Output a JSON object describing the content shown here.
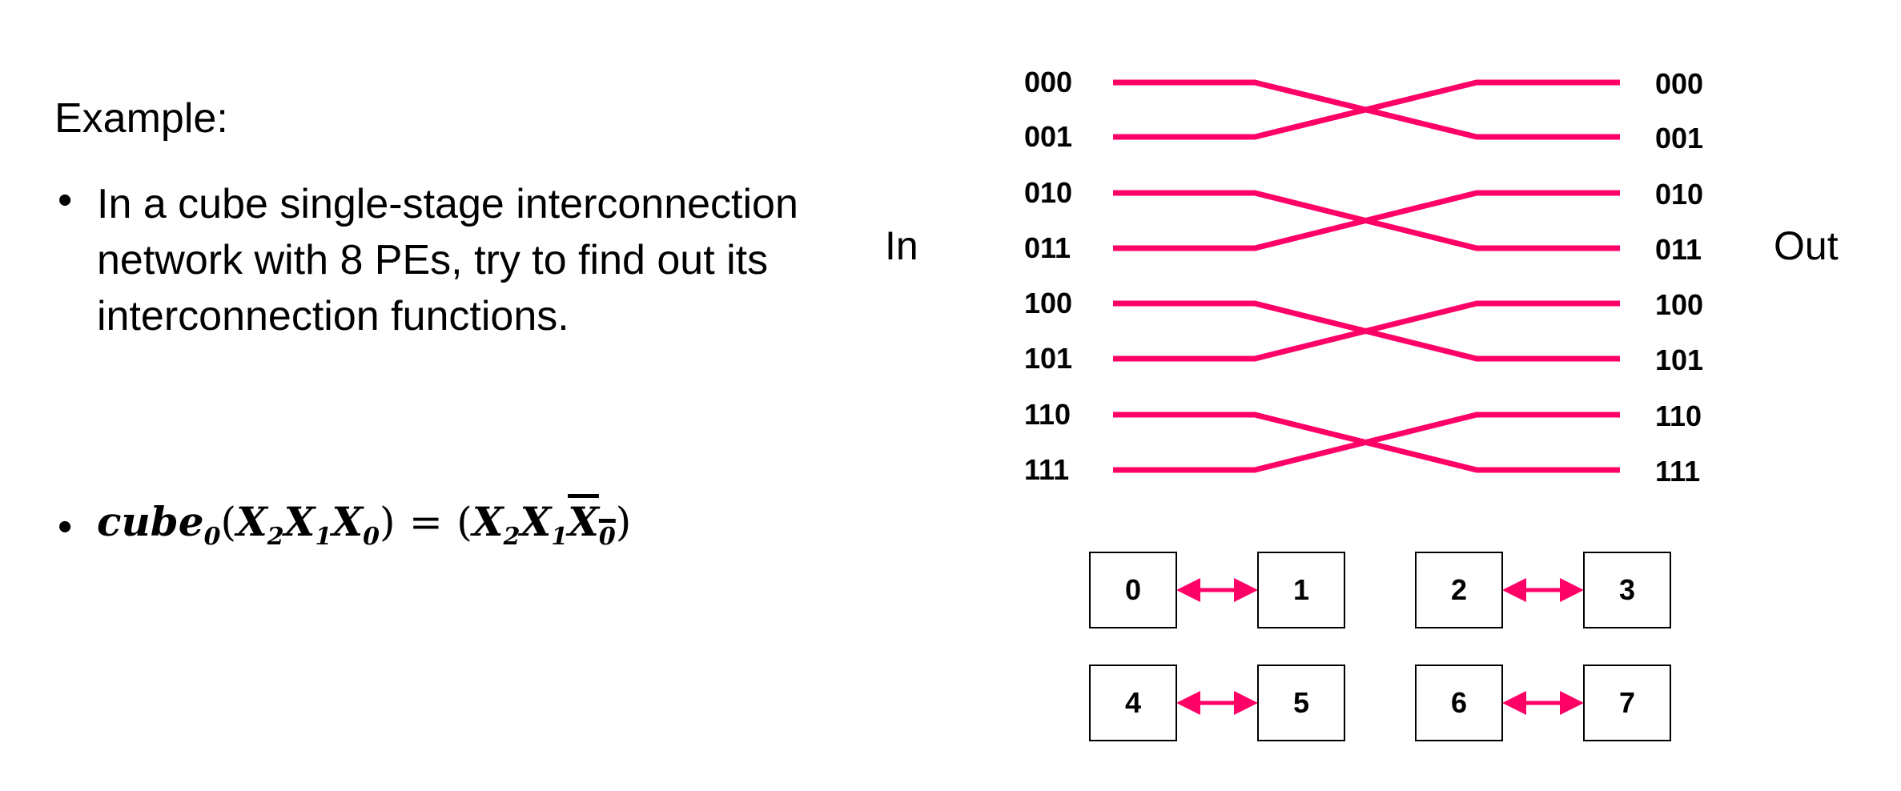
{
  "left": {
    "heading": "Example:",
    "bullet_char": "•",
    "question": "In a cube single-stage interconnection network with 8 PEs, try to find out its interconnection functions.",
    "formula": {
      "fn": "cube",
      "fn_sub": "0",
      "lhs": [
        "X",
        "2",
        "X",
        "1",
        "X",
        "0"
      ],
      "equals": "=",
      "rhs": [
        "X",
        "2",
        "X",
        "1",
        "X",
        "0"
      ]
    }
  },
  "diagram": {
    "in_label": "In",
    "out_label": "Out",
    "line_color": "#FF0066",
    "inputs": [
      "000",
      "001",
      "010",
      "011",
      "100",
      "101",
      "110",
      "111"
    ],
    "outputs": [
      "000",
      "001",
      "010",
      "011",
      "100",
      "101",
      "110",
      "111"
    ],
    "pairs": [
      [
        "0",
        "1"
      ],
      [
        "2",
        "3"
      ],
      [
        "4",
        "5"
      ],
      [
        "6",
        "7"
      ]
    ]
  }
}
